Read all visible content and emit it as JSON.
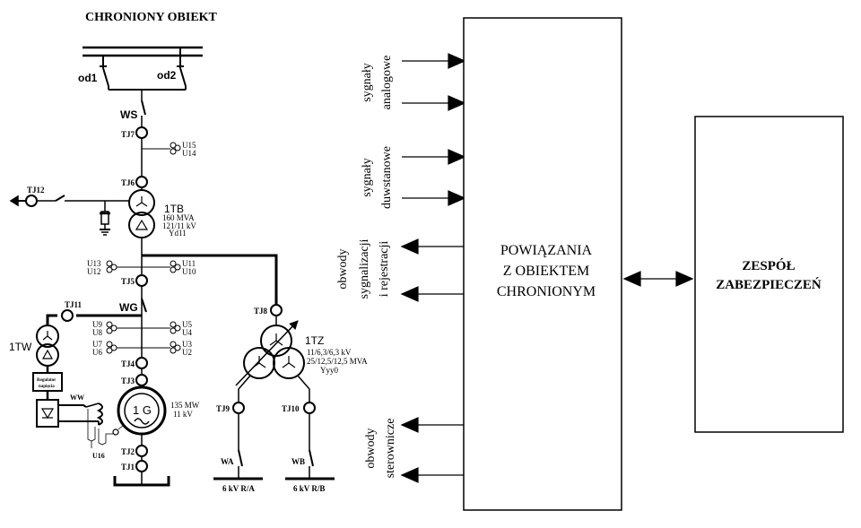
{
  "title": "CHRONIONY OBIEKT",
  "labels": {
    "od1": "od1",
    "od2": "od2",
    "ws": "WS",
    "tj7": "TJ7",
    "u15": "U15",
    "u14": "U14",
    "tj6": "TJ6",
    "tj12": "TJ12",
    "tb": "1TB",
    "tb_p1": "160 MVA",
    "tb_p2": "121/11 kV",
    "tb_p3": "Yd11",
    "u13": "U13",
    "u12": "U12",
    "u11": "U11",
    "u10": "U10",
    "tj5": "TJ5",
    "wg": "WG",
    "tj11": "TJ11",
    "u9": "U9",
    "u8": "U8",
    "u5": "U5",
    "u4": "U4",
    "u7": "U7",
    "u6": "U6",
    "u3": "U3",
    "u2": "U2",
    "tw": "1TW",
    "tj4": "TJ4",
    "tj3": "TJ3",
    "reg1": "Regulator",
    "reg2": "napięcia",
    "ww": "WW",
    "gen": "1 G",
    "g_p1": "135 MW",
    "g_p2": "11 kV",
    "u16": "U16",
    "tj2": "TJ2",
    "tj1": "TJ1",
    "tj8": "TJ8",
    "tz": "1TZ",
    "tz_p1": "11/6,3/6,3 kV",
    "tz_p2": "25/12,5/12,5  MVA",
    "tz_p3": "Yyy0",
    "tj9": "TJ9",
    "tj10": "TJ10",
    "wa": "WA",
    "wb": "WB",
    "bus_a": "6 kV R/A",
    "bus_b": "6 kV R/B"
  },
  "signals": {
    "analog_l1": "sygnały",
    "analog_l2": "analogowe",
    "binary_l1": "sygnały",
    "binary_l2": "duwstanowe",
    "sig_l1": "obwody",
    "sig_l2": "sygnalizacji",
    "sig_l3": "i rejestracji",
    "ctrl_l1": "obwody",
    "ctrl_l2": "sterownicze"
  },
  "boxes": {
    "interface_l1": "POWIĄZANIA",
    "interface_l2": "Z OBIEKTEM",
    "interface_l3": "CHRONIONYM",
    "protection_l1": "ZESPÓŁ",
    "protection_l2": "ZABEZPIECZEŃ"
  }
}
